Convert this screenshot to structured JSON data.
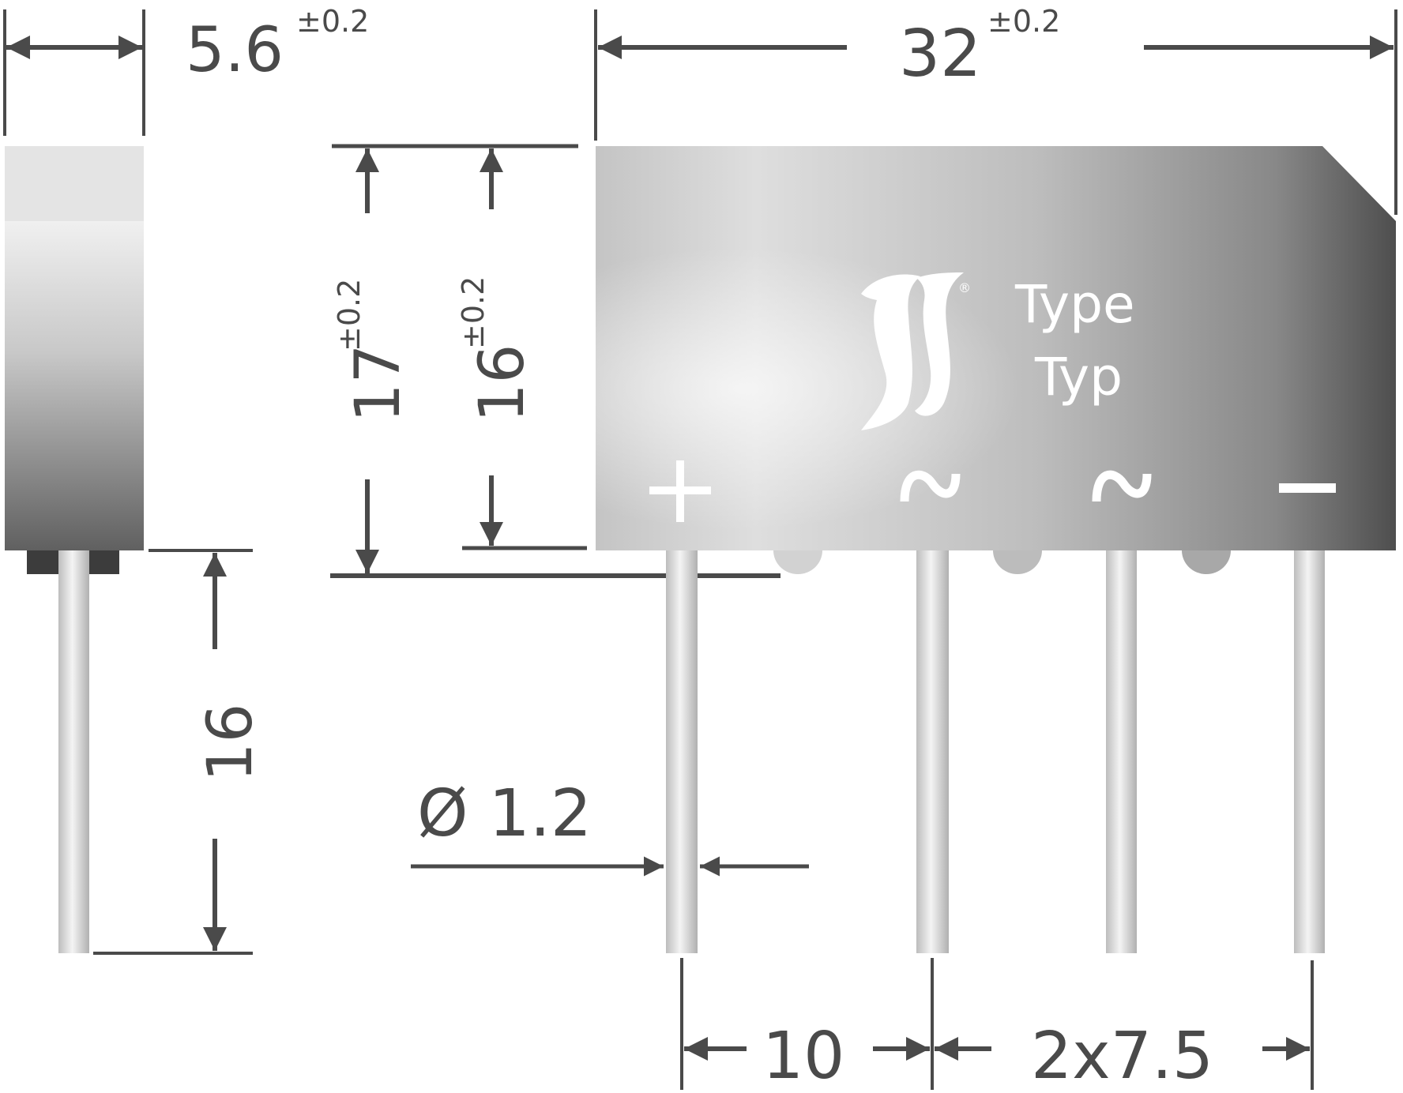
{
  "drawing": {
    "side_view": {
      "width_dim": "5.6",
      "width_tol": "±0.2"
    },
    "front_view": {
      "length_dim": "32",
      "length_tol": "±0.2",
      "height_total_dim": "17",
      "height_total_tol": "±0.2",
      "height_body_dim": "16",
      "height_body_tol": "±0.2",
      "lead_length_dim": "16",
      "lead_diameter_dim": "Ø 1.2",
      "pitch_first_dim": "10",
      "pitch_rest_dim": "2x7.5"
    },
    "marking": {
      "logo": "TS-logo",
      "registered": "®",
      "type_en": "Type",
      "type_de": "Typ"
    },
    "pins": [
      {
        "symbol": "+",
        "name": "plus"
      },
      {
        "symbol": "~",
        "name": "ac1"
      },
      {
        "symbol": "~",
        "name": "ac2"
      },
      {
        "symbol": "−",
        "name": "minus"
      }
    ]
  },
  "colors": {
    "dimension": "#4a4a4a",
    "body_light": "#e6e6e6",
    "body_dark": "#555555",
    "lead": "#d8d8d8"
  }
}
